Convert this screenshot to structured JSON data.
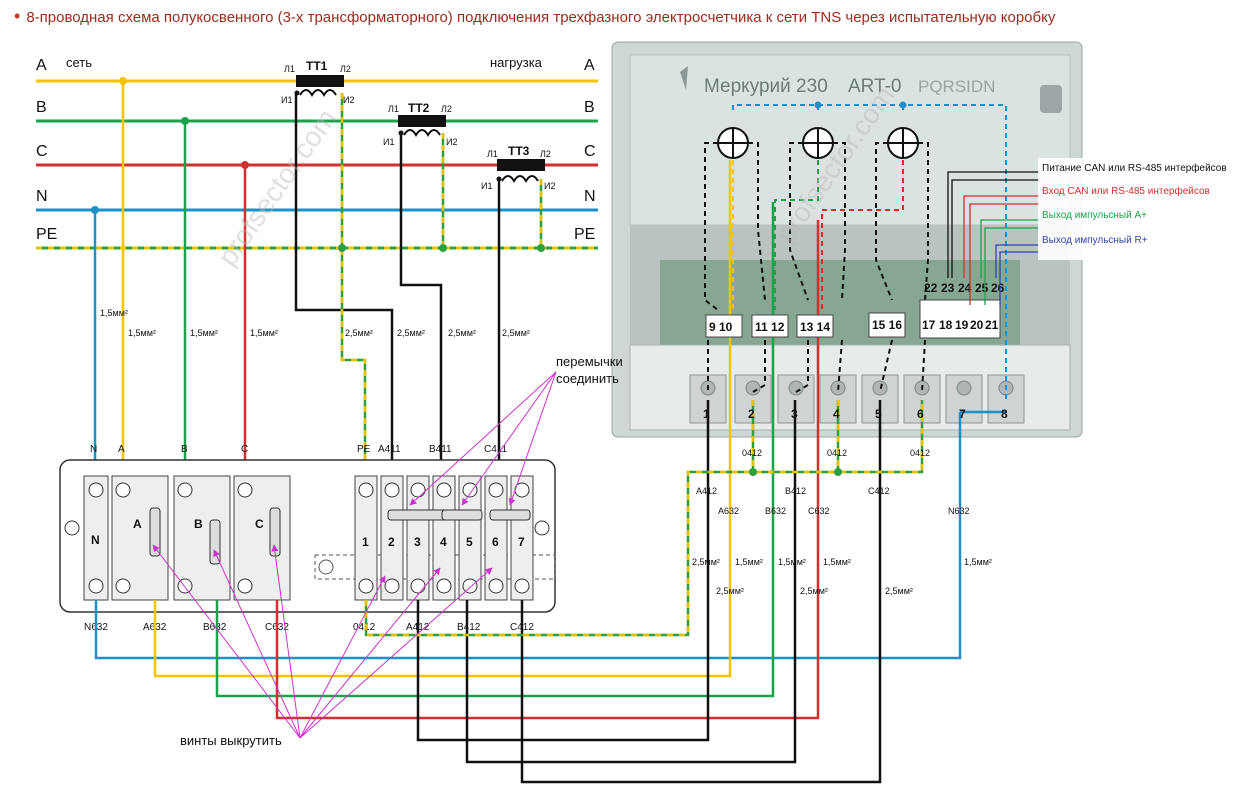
{
  "caption": "8-проводная схема полукосвенного (3-х трансформаторного) подключения трехфазного электросчетчика к сети TNS через испытательную коробку",
  "network": {
    "left_label": "сеть",
    "right_label": "нагрузка",
    "bus_A": "A",
    "bus_B": "B",
    "bus_C": "C",
    "bus_N": "N",
    "bus_PE": "PE"
  },
  "transformers": {
    "tt1": "ТТ1",
    "tt2": "ТТ2",
    "tt3": "ТТ3",
    "l1": "Л1",
    "l2": "Л2",
    "i1": "И1",
    "i2": "И2"
  },
  "wire_sizes": {
    "s15": "1,5мм²",
    "s25": "2,5мм²"
  },
  "test_box": {
    "top_labels": {
      "n": "N",
      "a": "A",
      "b": "B",
      "c": "C",
      "pe": "PE",
      "a411": "A411",
      "b411": "B411",
      "c411": "C411"
    },
    "sections": {
      "n": "N",
      "a": "A",
      "b": "B",
      "c": "C"
    },
    "terminals": [
      "1",
      "2",
      "3",
      "4",
      "5",
      "6",
      "7"
    ],
    "bottom_labels": {
      "n632": "N632",
      "a632": "A632",
      "b632": "B632",
      "c632": "C632",
      "o412": "0412",
      "a412": "A412",
      "b412": "B412",
      "c412": "C412"
    }
  },
  "annotations": {
    "jumpers": "перемычки соединить",
    "jumpers_line1": "перемычки",
    "jumpers_line2": "соединить",
    "screws": "винты выкрутить"
  },
  "meter": {
    "brand": "Меркурий 230",
    "model_partial": "ART-0",
    "code_partial": "PQRSIDN",
    "power_terminals": [
      "1",
      "2",
      "3",
      "4",
      "5",
      "6",
      "7",
      "8"
    ],
    "aux_pairs": [
      "9 10",
      "11 12",
      "13 14",
      "15 16"
    ],
    "iface_top": [
      "22",
      "23",
      "24",
      "25",
      "26"
    ],
    "iface_bottom": [
      "17",
      "18",
      "19",
      "20",
      "21"
    ],
    "interfaces": {
      "power_can": "Питание CAN или RS-485 интерфейсов",
      "input_can": "Вход CAN или RS-485 интерфейсов",
      "pulse_a": "Выход импульсный А+",
      "pulse_r": "Выход импульсный R+"
    }
  },
  "meter_wires": {
    "o412": "0412",
    "a412": "A412",
    "a632": "A632",
    "b632": "B632",
    "b412": "B412",
    "c632": "C632",
    "c412": "C412",
    "n632": "N632"
  },
  "watermark": "profsector.com",
  "colors": {
    "phase_a": "#f5c400",
    "phase_b": "#1aa34a",
    "phase_c": "#d32f2f",
    "neutral": "#1e90c8",
    "pe_green": "#2e9e3e",
    "pe_yellow": "#e6c300",
    "meter_body": "#c8d0d0",
    "jumper_arrow": "#cc33cc"
  }
}
